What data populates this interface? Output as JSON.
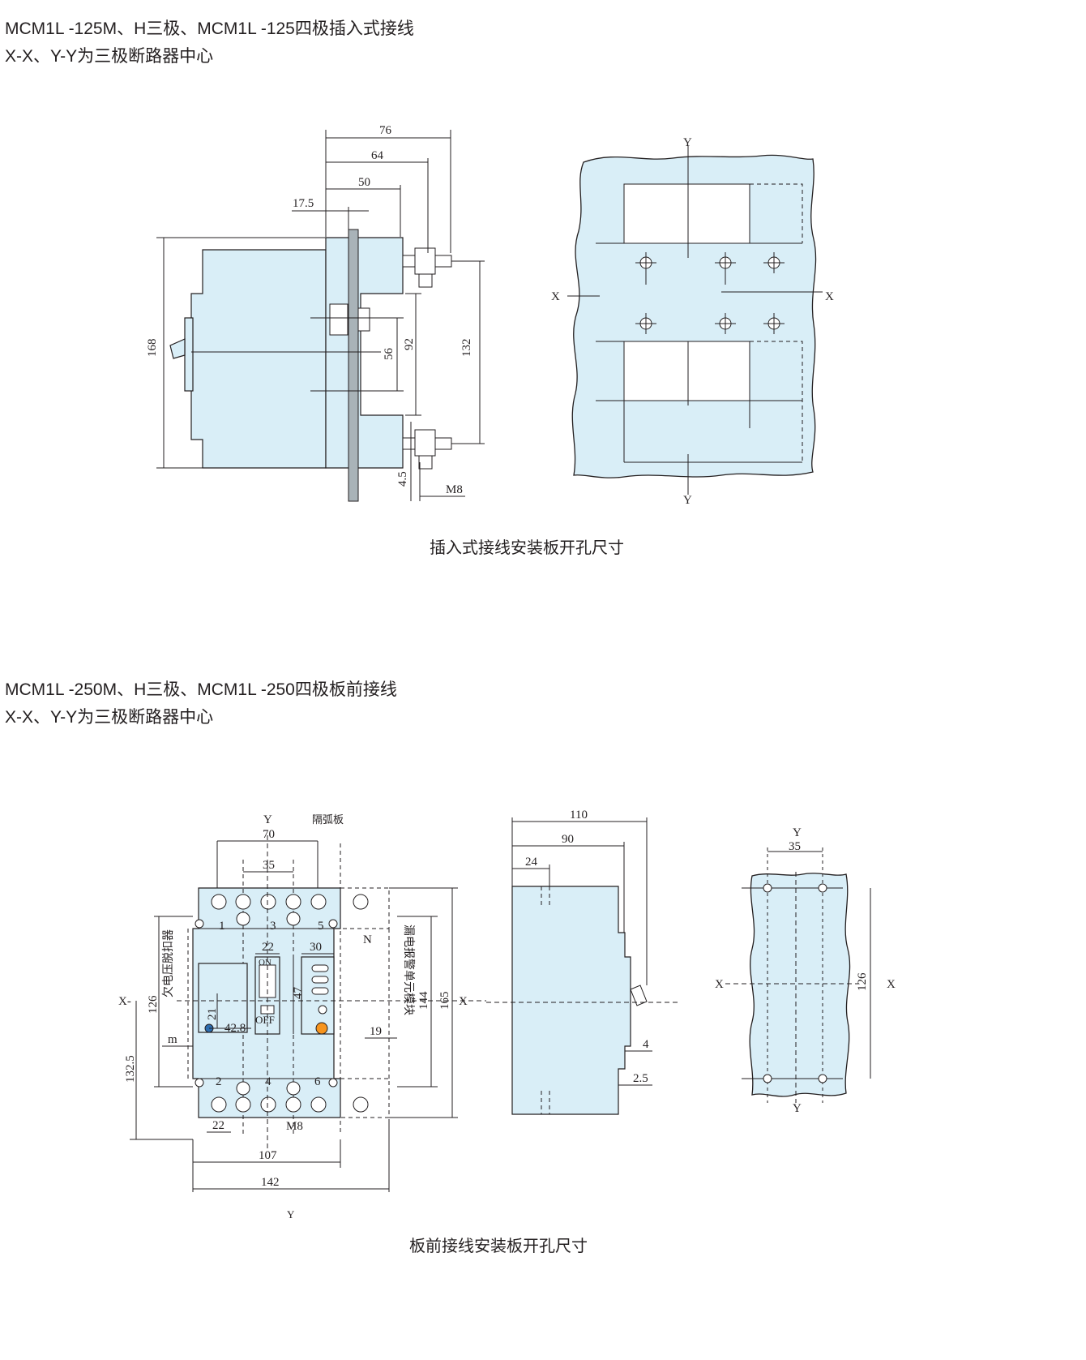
{
  "section1": {
    "heading_line1": "MCM1L -125M、H三极、MCM1L -125四极插入式接线",
    "heading_line2": "X-X、Y-Y为三极断路器中心",
    "caption": "插入式接线安装板开孔尺寸",
    "side_view_dims": {
      "d76": "76",
      "d64": "64",
      "d50": "50",
      "d17_5": "17.5",
      "d168": "168",
      "d56": "56",
      "d92": "92",
      "d132": "132",
      "d4_5": "4.5",
      "m8": "M8"
    },
    "cutout_labels": {
      "y_top": "Y",
      "y_bottom": "Y",
      "x_left": "X",
      "x_right": "X"
    }
  },
  "section2": {
    "heading_line1": "MCM1L -250M、H三极、MCM1L -250四极板前接线",
    "heading_line2": "X-X、Y-Y为三极断路器中心",
    "caption": "板前接线安装板开孔尺寸",
    "front_view_dims": {
      "y": "Y",
      "geban": "隔弧板",
      "d70": "70",
      "d35": "35",
      "t1": "1",
      "t3": "3",
      "t5": "5",
      "n": "N",
      "d22a": "22",
      "d30": "30",
      "on": "ON",
      "off": "OFF",
      "d47": "47",
      "d21": "21",
      "d42_8": "42.8",
      "x_left": "X-",
      "d126": "126",
      "undervolt": "欠电压脱扣器",
      "m": "m",
      "d132_5": "132.5",
      "d19": "19",
      "leak_alarm": "漏电报警单元模块",
      "d144": "144",
      "d165": "165",
      "x_right": "X",
      "t2": "2",
      "t4": "4",
      "t6": "6",
      "d22b": "22",
      "m8": "M8",
      "d107": "107",
      "d142": "142",
      "v_bottom": "Y"
    },
    "side_view_dims": {
      "d110": "110",
      "d90": "90",
      "d24": "24",
      "d4": "4",
      "d2_5": "2.5"
    },
    "cutout_labels": {
      "y_top": "Y",
      "d35": "35",
      "x_left": "X",
      "d126": "126",
      "x_right": "X",
      "y_bottom": "Y"
    }
  },
  "colors": {
    "panel_fill": "#d9eef7",
    "line": "#231f20",
    "knob": "#f7941d",
    "button": "#2b6cb0"
  }
}
